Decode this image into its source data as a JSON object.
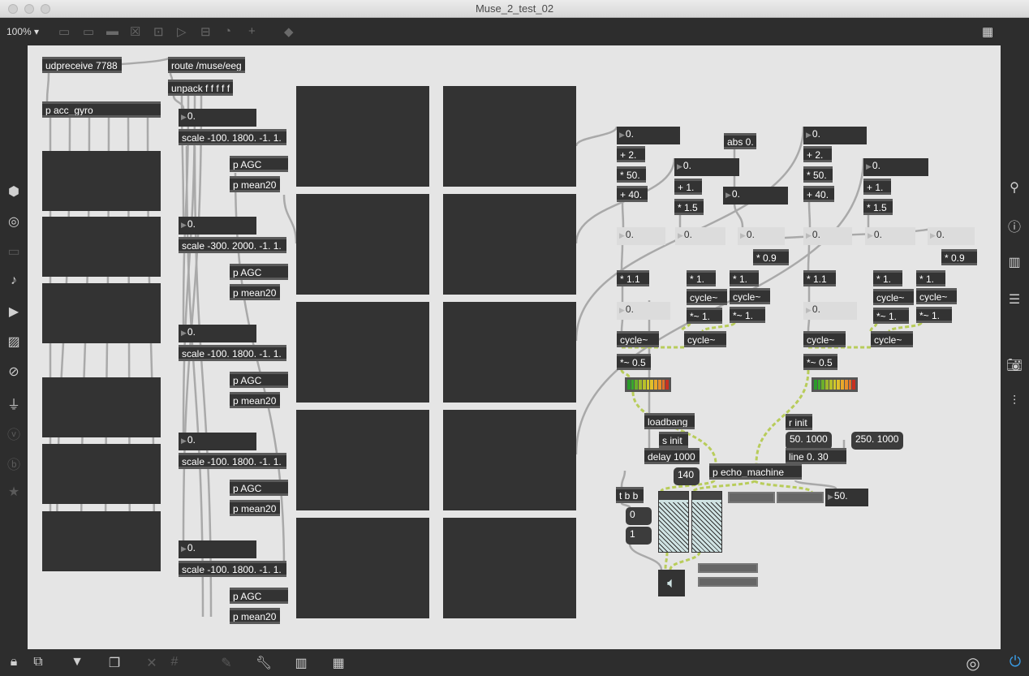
{
  "window": {
    "title": "Muse_2_test_02"
  },
  "toolbar": {
    "zoom": "100%"
  },
  "icons": {
    "left": [
      "objects-icon",
      "audio-icon",
      "video-icon",
      "music-icon",
      "media-icon",
      "image-icon",
      "clip-icon",
      "plugin-icon",
      "v-icon",
      "b-icon",
      "star-icon"
    ],
    "right": [
      "search-icon",
      "info-icon",
      "book-icon",
      "list-icon",
      "snapshot-icon",
      "mixer-icon"
    ]
  },
  "objects": [
    "udpreceive 7788",
    "route /muse/eeg",
    "unpack f f f f f",
    "p acc_gyro",
    "0.",
    "scale -100. 1800. -1. 1.",
    "p AGC",
    "p mean20",
    "0.",
    "scale -300. 2000. -1. 1.",
    "p AGC",
    "p mean20",
    "0.",
    "scale -100. 1800. -1. 1.",
    "p AGC",
    "p mean20",
    "0.",
    "scale -100. 1800. -1. 1.",
    "p AGC",
    "p mean20",
    "0.",
    "scale -100. 1800. -1. 1.",
    "p AGC",
    "p mean20",
    "0.",
    "+ 2.",
    "* 50.",
    "+ 40.",
    "abs 0.",
    "0.",
    "+ 1.",
    "* 1.5",
    "0.",
    "0.",
    "0.",
    "0.",
    "* 0.9",
    "* 1.1",
    "* 1.",
    "* 1.",
    "cycle~",
    "cycle~",
    "0.",
    "*~ 1.",
    "*~ 1.",
    "cycle~",
    "cycle~",
    "*~ 0.5",
    "0.",
    "+ 2.",
    "* 50.",
    "+ 40.",
    "0.",
    "+ 1.",
    "* 1.5",
    "0.",
    "0.",
    "0.",
    "* 0.9",
    "* 1.1",
    "* 1.",
    "* 1.",
    "cycle~",
    "cycle~",
    "0.",
    "*~ 1.",
    "*~ 1.",
    "cycle~",
    "cycle~",
    "*~ 0.5",
    "loadbang",
    "s init",
    "delay 1000",
    "140",
    "r init",
    "50. 1000",
    "line 0. 30",
    "250. 1000",
    "p echo_machine",
    "t b b",
    "0",
    "1",
    "50."
  ]
}
